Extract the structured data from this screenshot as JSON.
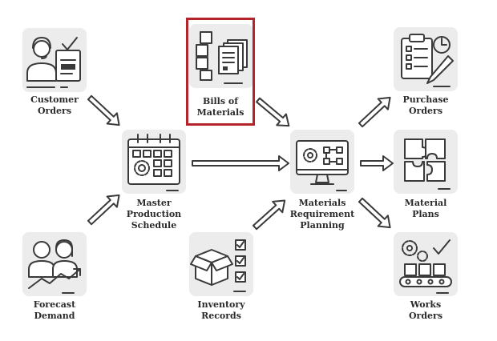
{
  "nodes": {
    "customer_orders": "Customer\nOrders",
    "bills_of_materials": "Bills of\nMaterials",
    "purchase_orders": "Purchase\nOrders",
    "master_production_schedule": "Master\nProduction\nSchedule",
    "materials_requirement_planning": "Materials\nRequirement\nPlanning",
    "material_plans": "Material\nPlans",
    "forecast_demand": "Forecast\nDemand",
    "inventory_records": "Inventory\nRecords",
    "works_orders": "Works\nOrders"
  },
  "colors": {
    "highlight": "#b5232b",
    "tile": "#ececec",
    "ink": "#3a3a3a",
    "arrow_fill": "#ffffff"
  },
  "highlighted_node": "bills_of_materials"
}
